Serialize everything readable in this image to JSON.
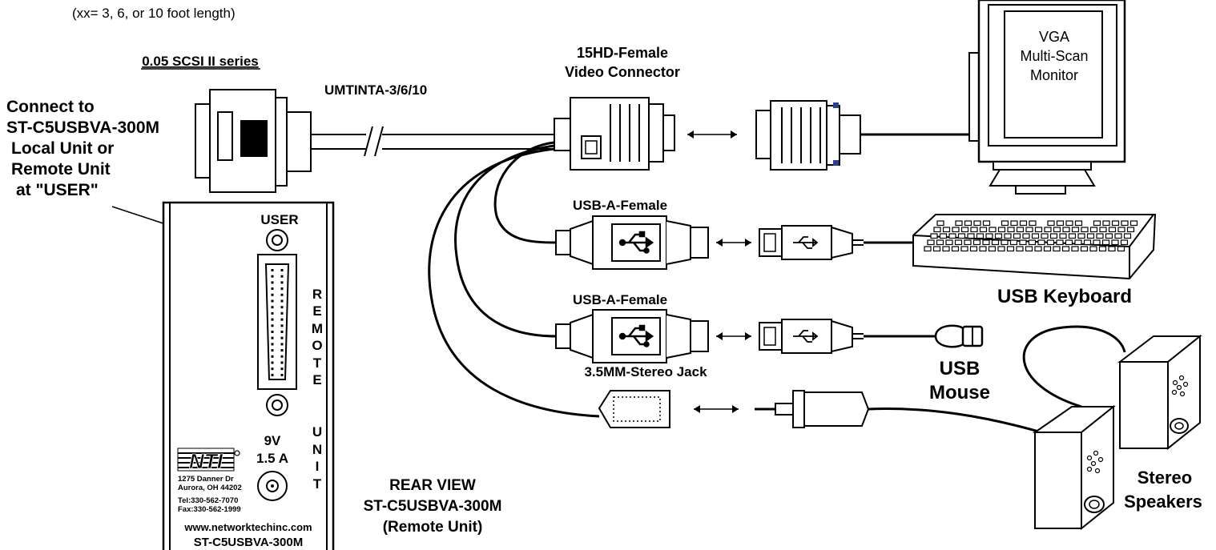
{
  "labels": {
    "length_note": "(xx= 3, 6, or 10 foot length)",
    "series": "0.05 SCSI II series",
    "connect_lines": [
      "Connect to",
      "ST-C5USBVA-300M",
      "Local Unit or",
      "Remote Unit",
      "at \"USER\""
    ],
    "cable_model": "UMTINTA-3/6/10",
    "video_connector": [
      "15HD-Female",
      "Video Connector"
    ],
    "usb_female_1": "USB-A-Female",
    "usb_female_2": "USB-A-Female",
    "stereo_jack": "3.5MM-Stereo Jack",
    "monitor": [
      "VGA",
      "Multi-Scan",
      "Monitor"
    ],
    "keyboard": "USB  Keyboard",
    "mouse": [
      "USB",
      "Mouse"
    ],
    "speakers": [
      "Stereo",
      "Speakers"
    ],
    "rear_view": [
      "REAR VIEW",
      "ST-C5USBVA-300M",
      "(Remote Unit)"
    ]
  },
  "unit_panel": {
    "port_label": "USER",
    "vertical_text": [
      "R",
      "E",
      "M",
      "O",
      "T",
      "E",
      "",
      "U",
      "N",
      "I",
      "T"
    ],
    "power": [
      "9V",
      "1.5 A"
    ],
    "logo": "NTI",
    "address": [
      "1275 Danner Dr",
      "Aurora, OH 44202"
    ],
    "phone": [
      "Tel:330-562-7070",
      "Fax:330-562-1999"
    ],
    "website": "www.networktechinc.com",
    "model": "ST-C5USBVA-300M"
  }
}
